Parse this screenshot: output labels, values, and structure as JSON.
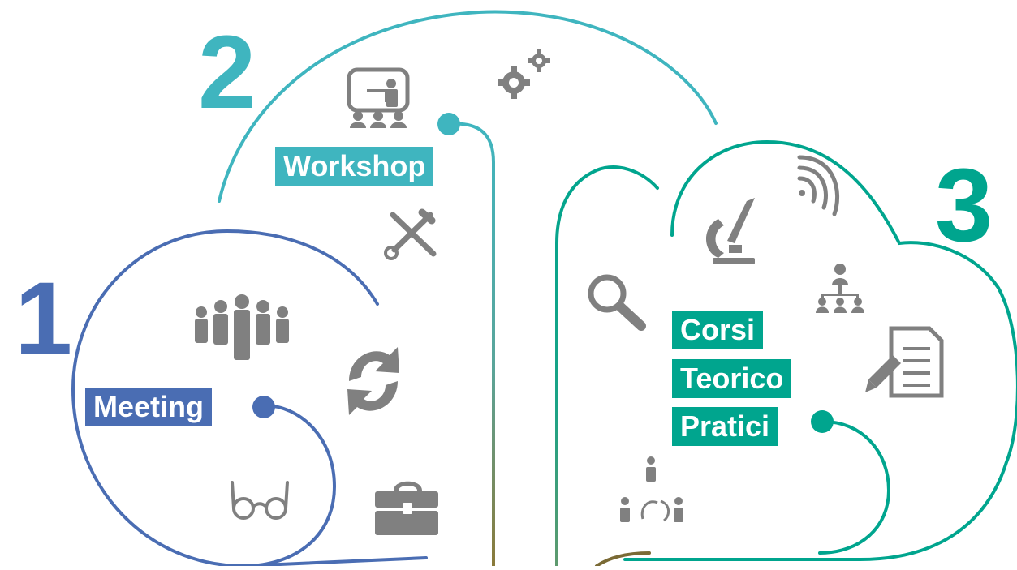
{
  "colors": {
    "meeting": "#4a6db3",
    "workshop": "#3fb5bf",
    "corsi": "#00a58e",
    "icon_grey": "#808080",
    "trunk_brown": "#7a6a35"
  },
  "steps": [
    {
      "number": "1",
      "label": "Meeting"
    },
    {
      "number": "2",
      "label": "Workshop"
    },
    {
      "number": "3",
      "label_lines": [
        "Corsi",
        "Teorico",
        "Pratici"
      ]
    }
  ],
  "icons": {
    "meeting": [
      "team-icon",
      "refresh-icon",
      "glasses-icon",
      "toolbox-icon"
    ],
    "workshop": [
      "presentation-icon",
      "gears-icon",
      "tools-icon"
    ],
    "corsi": [
      "microscope-icon",
      "signal-icon",
      "search-icon",
      "org-chart-icon",
      "document-edit-icon",
      "people-cycle-icon"
    ]
  }
}
